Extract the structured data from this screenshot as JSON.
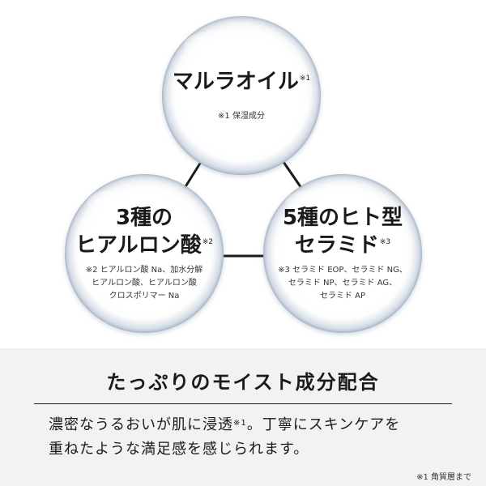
{
  "bubbles": [
    {
      "title_lines": [
        "マルラオイル"
      ],
      "mark": "※1",
      "note_lines": [
        "※1 保湿成分"
      ]
    },
    {
      "title_lines": [
        "3種の",
        "ヒアルロン酸"
      ],
      "mark": "※2",
      "note_lines": [
        "※2 ヒアルロン酸 Na、加水分解",
        "ヒアルロン酸、ヒアルロン酸",
        "クロスポリマー Na"
      ]
    },
    {
      "title_lines": [
        "5種のヒト型",
        "セラミド"
      ],
      "mark": "※3",
      "note_lines": [
        "※3 セラミド EOP、セラミド NG、",
        "セラミド NP、セラミド AG、",
        "セラミド AP"
      ]
    }
  ],
  "headline": "たっぷりのモイスト成分配合",
  "body": {
    "line1_a": "濃密なうるおいが肌に浸透",
    "line1_mark": "※1",
    "line1_b": "。丁寧にスキンケアを",
    "line2": "重ねたような満足感を感じられます。"
  },
  "footnote": "※1 角質層まで",
  "colors": {
    "connector": "#1a1a1a",
    "panel": "#f2f2f2",
    "text": "#1a1a1a"
  }
}
